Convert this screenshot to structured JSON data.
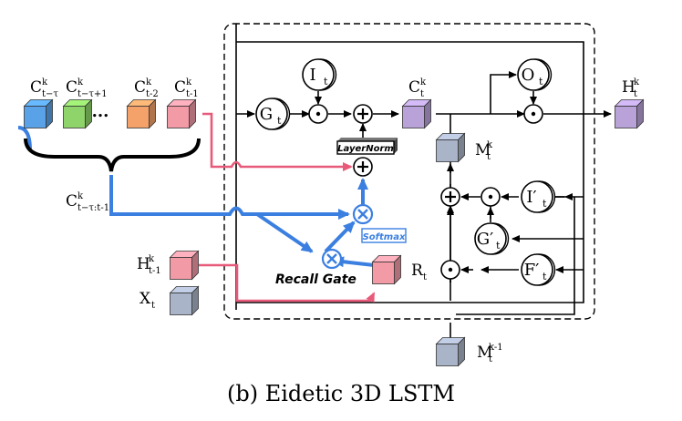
{
  "caption": "(b)  Eidetic 3D LSTM",
  "inputs": {
    "c_first": {
      "main": "C",
      "sup": "k",
      "sub": "t−τ"
    },
    "c_second": {
      "main": "C",
      "sup": "k",
      "sub": "t−τ+1"
    },
    "dots": "...",
    "c_third": {
      "main": "C",
      "sup": "k",
      "sub": "t-2"
    },
    "c_fourth": {
      "main": "C",
      "sup": "k",
      "sub": "t-1"
    },
    "c_range": {
      "main": "C",
      "sup": "k",
      "sub": "t−τ:t-1"
    },
    "h_prev": {
      "main": "H",
      "sup": "k",
      "sub": "t-1"
    },
    "x_t": {
      "main": "X",
      "sub": "t"
    },
    "m_below": {
      "main": "M",
      "sup": "k-1",
      "sub": "t"
    }
  },
  "nodes": {
    "i_gate": {
      "main": "I",
      "sub": "t"
    },
    "g_gate": {
      "main": "G",
      "sub": "t"
    },
    "o_gate": {
      "main": "O",
      "sub": "t"
    },
    "i_prime": {
      "main": "I′",
      "sub": "t"
    },
    "g_prime": {
      "main": "G′",
      "sub": "t"
    },
    "f_prime": {
      "main": "F′",
      "sub": "t"
    },
    "r_t": {
      "main": "R",
      "sub": "t"
    }
  },
  "outputs": {
    "c_out": {
      "main": "C",
      "sup": "k",
      "sub": "t"
    },
    "h_out": {
      "main": "H",
      "sup": "k",
      "sub": "t"
    },
    "m_out": {
      "main": "M",
      "sup": "k",
      "sub": "t"
    }
  },
  "labels": {
    "layernorm": "LayerNorm",
    "softmax": "Softmax",
    "recall_gate": "Recall Gate"
  },
  "operators": {
    "dot": "·",
    "plus": "+",
    "times": "×"
  },
  "colors": {
    "blue_arrow": "#3b7fe0",
    "pink_arrow": "#e85a7a",
    "cube_blue": "#5aa2e8",
    "cube_green": "#8fd46a",
    "cube_orange": "#f5a26a",
    "cube_pink": "#f29aa6",
    "cube_purple": "#b9a2d8",
    "cube_gray": "#a9b4c8"
  }
}
